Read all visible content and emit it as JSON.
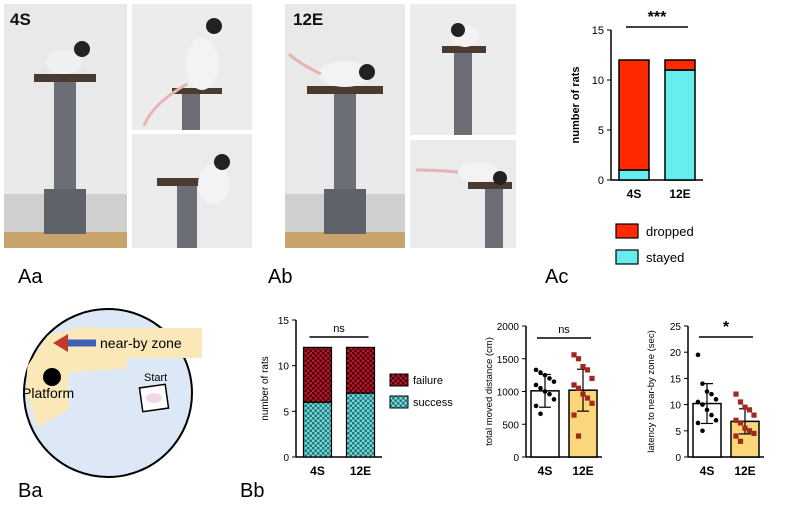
{
  "photos": {
    "label_4s": "4S",
    "label_12e": "12E"
  },
  "panel_labels": {
    "aa": "Aa",
    "ab": "Ab",
    "ac": "Ac",
    "ba": "Ba",
    "bb": "Bb"
  },
  "arena": {
    "zone_label": "near-by zone",
    "platform_label": "Platform",
    "start_label": "Start"
  },
  "colors": {
    "dropped": "#ff2a00",
    "stayed": "#66eeee",
    "failure": "#c8102e",
    "success": "#20a0a0",
    "group_12e_fill": "#fad77a",
    "arena": "#dce8f5",
    "zone": "#fbe8b8"
  },
  "chart_data": [
    {
      "id": "Ac",
      "type": "bar",
      "stacked": true,
      "categories": [
        "4S",
        "12E"
      ],
      "series": [
        {
          "name": "stayed",
          "values": [
            1,
            11
          ]
        },
        {
          "name": "dropped",
          "values": [
            11,
            1
          ]
        }
      ],
      "ylabel": "number of rats",
      "ylim": [
        0,
        15
      ],
      "yticks": [
        "0",
        "5",
        "10",
        "15"
      ],
      "significance": "***",
      "legend_position": "bottom"
    },
    {
      "id": "Bb-left",
      "type": "bar",
      "stacked": true,
      "categories": [
        "4S",
        "12E"
      ],
      "series": [
        {
          "name": "success",
          "values": [
            6,
            7
          ]
        },
        {
          "name": "failure",
          "values": [
            6,
            5
          ]
        }
      ],
      "ylabel": "number of rats",
      "ylim": [
        0,
        15
      ],
      "yticks": [
        "0",
        "5",
        "10",
        "15"
      ],
      "significance": "ns",
      "legend_position": "right"
    },
    {
      "id": "Bb-middle",
      "type": "bar",
      "categories": [
        "4S",
        "12E"
      ],
      "values": [
        1010,
        1020
      ],
      "errors": [
        250,
        320
      ],
      "points": [
        [
          1330,
          1290,
          1250,
          1200,
          1150,
          1100,
          1050,
          1000,
          960,
          880,
          780,
          660
        ],
        [
          1560,
          1500,
          1380,
          1330,
          1200,
          1100,
          1050,
          960,
          900,
          820,
          640,
          320
        ]
      ],
      "ylabel": "total moved distance (cm)",
      "ylim": [
        0,
        2000
      ],
      "yticks": [
        "0",
        "500",
        "1000",
        "1500",
        "2000"
      ],
      "significance": "ns"
    },
    {
      "id": "Bb-right",
      "type": "bar",
      "categories": [
        "4S",
        "12E"
      ],
      "values": [
        10.2,
        6.8
      ],
      "errors": [
        3.8,
        2.4
      ],
      "points": [
        [
          19.5,
          14.0,
          12.5,
          12.0,
          11.0,
          10.5,
          10.0,
          9.0,
          8.0,
          7.0,
          6.5,
          5.0
        ],
        [
          12.0,
          10.5,
          9.5,
          9.0,
          8.0,
          7.0,
          6.5,
          5.5,
          5.0,
          4.5,
          4.0,
          3.0
        ]
      ],
      "ylabel": "latency to near-by zone (sec)",
      "ylim": [
        0,
        25
      ],
      "yticks": [
        "0",
        "5",
        "10",
        "15",
        "20",
        "25"
      ],
      "significance": "*"
    }
  ]
}
